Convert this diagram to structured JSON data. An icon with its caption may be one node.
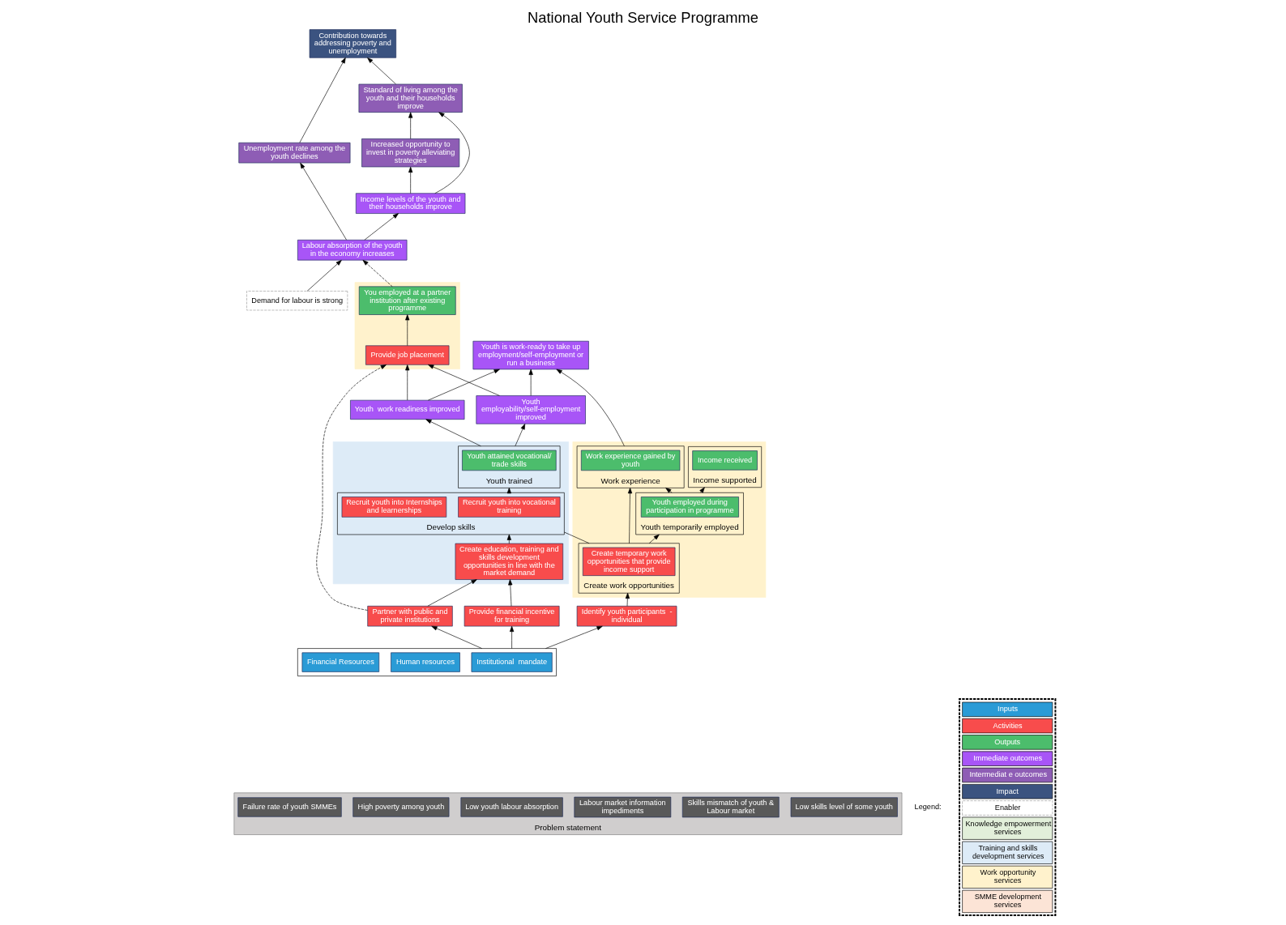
{
  "diagram": {
    "title": "National Youth Service Programme",
    "nodes": [
      {
        "text": [
          "Contribution towards addressing poverty and unemployment"
        ]
      },
      {
        "text": [
          "Unemployment rate among the youth declines"
        ]
      },
      {
        "text": [
          "Increased opportunity to invest in poverty alleviating strategies"
        ]
      },
      {
        "text": [
          "Standard of living among the youth and their households improve"
        ]
      },
      {
        "text": [
          "Labour absorption of the youth in the economy increases"
        ]
      },
      {
        "text": [
          "Income levels of the youth and their households improve"
        ]
      },
      {
        "text": [
          "Demand for labour is strong"
        ]
      },
      {
        "text": [
          "Youth is work-ready to take up employment/self-employment or run a business"
        ]
      },
      {
        "text": [],
        "shape": "box"
      },
      {
        "text": [
          "You employed at a partner institution after existing programme"
        ],
        "in": 8
      },
      {
        "text": [
          "Provide job placement"
        ],
        "in": 8
      },
      {
        "text": [
          "Youth  work readiness improved"
        ]
      },
      {
        "text": [
          "Youth employability/self-employment improved"
        ]
      },
      {
        "text": [],
        "shape": "box"
      },
      {
        "text": [
          "Work experience"
        ],
        "in": 13
      },
      {
        "text": [
          "Work experience gained by youth"
        ],
        "in": 14
      },
      {
        "text": [
          "Income supported"
        ],
        "in": 13
      },
      {
        "text": [
          "Income received"
        ],
        "in": 16
      },
      {
        "text": [
          "Youth temporarily employed"
        ],
        "in": 13
      },
      {
        "text": [
          "Youth employed during participation in programme"
        ],
        "in": 18
      },
      {
        "text": [
          "Create work opportunities"
        ],
        "in": 13
      },
      {
        "text": [
          "Create temporary work opportunities that provide income support"
        ],
        "in": 20
      },
      {
        "text": [],
        "shape": "box"
      },
      {
        "text": [
          "Youth trained"
        ],
        "in": 22
      },
      {
        "text": [
          "Youth attained vocational/ trade skills"
        ],
        "in": 23
      },
      {
        "text": [
          "Develop skills"
        ],
        "in": 22
      },
      {
        "text": [
          "Recruit youth into vocational training"
        ],
        "in": 25
      },
      {
        "text": [
          "Recruit youth into Internships and learnerships"
        ],
        "in": 25
      },
      {
        "text": [
          "Create education, training and skills development opportunities in line with the market demand"
        ],
        "in": 22
      },
      {
        "text": [
          "Provide financial incentive for training"
        ]
      },
      {
        "text": [
          "Partner with public and private institutions"
        ]
      },
      {
        "text": [
          "Identify youth participants  - individual"
        ]
      },
      {
        "text": [],
        "shape": "box"
      },
      {
        "text": [
          "Institutional  mandate"
        ],
        "in": 32
      },
      {
        "text": [
          "Human resources"
        ],
        "in": 32
      },
      {
        "text": [
          "Financial Resources"
        ],
        "in": 32
      },
      {
        "text": [
          "Problem statement"
        ]
      },
      {
        "text": [
          "Low skills level of some youth"
        ],
        "in": 36
      },
      {
        "text": [
          "Skills mismatch of youth & Labour market"
        ],
        "in": 36
      },
      {
        "text": [
          "Labour market information impediments"
        ],
        "in": 36
      },
      {
        "text": [
          "Low youth labour absorption"
        ],
        "in": 36
      },
      {
        "text": [
          "High poverty among youth"
        ],
        "in": 36
      },
      {
        "text": [
          "Failure rate of youth SMMEs"
        ],
        "in": 36
      }
    ],
    "edges": [
      {
        "from": 1,
        "to": 0,
        "arrow": "to"
      },
      {
        "from": 3,
        "to": 0,
        "arrow": "to"
      },
      {
        "from": 2,
        "to": 3,
        "arrow": "to"
      },
      {
        "from": 4,
        "to": 1,
        "arrow": "to"
      },
      {
        "from": 5,
        "to": 2,
        "arrow": "to"
      },
      {
        "from": 5,
        "to": 3,
        "arrow": "to"
      },
      {
        "from": 4,
        "to": 5,
        "arrow": "to"
      },
      {
        "from": 6,
        "to": 4,
        "arrow": "to"
      },
      {
        "from": 9,
        "to": 4,
        "arrow": "to",
        "style": "dashed"
      },
      {
        "from": 10,
        "to": 9,
        "arrow": "to"
      },
      {
        "from": 11,
        "to": 10,
        "arrow": "to"
      },
      {
        "from": 12,
        "to": 10,
        "arrow": "to"
      },
      {
        "from": 11,
        "to": 7,
        "arrow": "to"
      },
      {
        "from": 12,
        "to": 7,
        "arrow": "to"
      },
      {
        "from": 14,
        "to": 7,
        "arrow": "to"
      },
      {
        "from": 18,
        "to": 14,
        "arrow": "to"
      },
      {
        "from": 18,
        "to": 16,
        "arrow": "to"
      },
      {
        "from": 20,
        "to": 18,
        "arrow": "to"
      },
      {
        "from": 20,
        "to": 14,
        "arrow": "to"
      },
      {
        "from": 25,
        "to": 20,
        "arrow": "none"
      },
      {
        "from": 31,
        "to": 20,
        "arrow": "to"
      },
      {
        "from": 23,
        "to": 11,
        "arrow": "to"
      },
      {
        "from": 23,
        "to": 12,
        "arrow": "to"
      },
      {
        "from": 25,
        "to": 23,
        "arrow": "to"
      },
      {
        "from": 28,
        "to": 25,
        "arrow": "to"
      },
      {
        "from": 29,
        "to": 28,
        "arrow": "to"
      },
      {
        "from": 30,
        "to": 28,
        "arrow": "to"
      },
      {
        "from": 30,
        "to": 10,
        "arrow": "to",
        "style": "dashed"
      },
      {
        "from": 32,
        "to": 29,
        "arrow": "to"
      },
      {
        "from": 32,
        "to": 30,
        "arrow": "to"
      },
      {
        "from": 32,
        "to": 31,
        "arrow": "to"
      }
    ],
    "labels": [
      "Legend:"
    ],
    "legend": [
      {
        "text": "Inputs",
        "color": "#2a9bd6"
      },
      {
        "text": "Activities",
        "color": "#f84c4c"
      },
      {
        "text": "Outputs",
        "color": "#4cbd6c"
      },
      {
        "text": "Immediate outcomes",
        "color": "#a855f7"
      },
      {
        "text": "Intermediat e outcomes",
        "color": "#8e5db5"
      },
      {
        "text": "Impact",
        "color": "#3b5380"
      },
      {
        "text": "Enabler"
      },
      {
        "text": "Knowledge empowerment services",
        "color": "#e2efda"
      },
      {
        "text": "Training and skills development services",
        "color": "#ddebf7"
      },
      {
        "text": "Work opportunity services",
        "color": "#fff2cc"
      },
      {
        "text": "SMME development services",
        "color": "#fce4d6"
      }
    ]
  }
}
